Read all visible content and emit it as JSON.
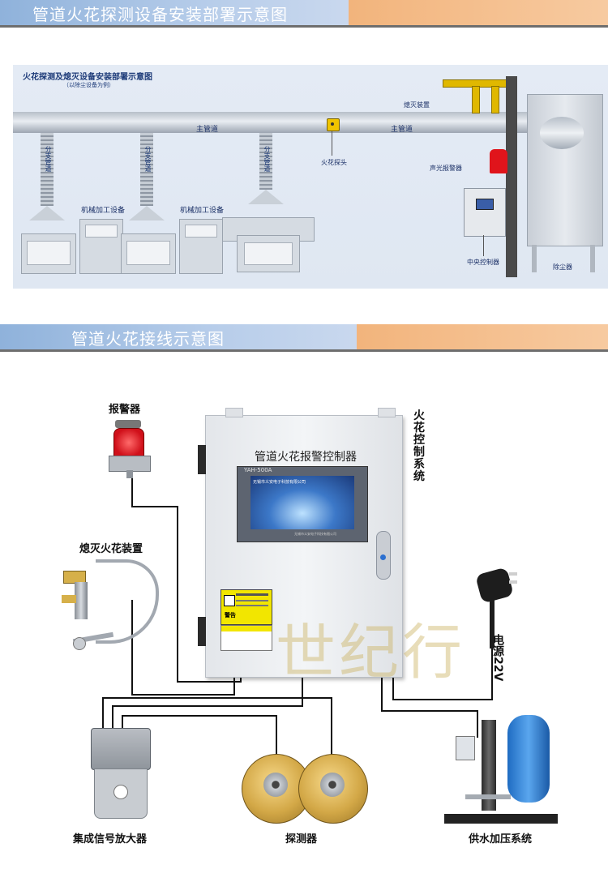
{
  "section1": {
    "title": "管道火花探测设备安装部署示意图"
  },
  "section2": {
    "title": "管道火花接线示意图"
  },
  "diagram": {
    "heading": "火花探测及熄灭设备安装部署示意图",
    "subheading": "（以除尘设备为例）",
    "main_pipe": "主管道",
    "branch_pipe": "分支管道",
    "machine": "机械加工设备",
    "spark_probe": "火花探头",
    "extinguisher": "熄灭装置",
    "alarm": "声光报警器",
    "controller": "中央控制器",
    "dust_collector": "除尘器"
  },
  "wiring": {
    "cabinet_title": "管道火花报警控制器",
    "model": "YAH-500A",
    "screen_company": "无锡市义安电子科技有限公司",
    "footer_small": "无锡市义安电子科技有限公司",
    "side_label": "火花控制系统",
    "alarm": "报警器",
    "extinguisher": "熄灭火花装置",
    "power": "电源22V",
    "amplifier": "集成信号放大器",
    "detector": "探测器",
    "pump": "供水加压系统",
    "warning_label": "警告",
    "watermark": "世纪行"
  },
  "colors": {
    "banner_blue": "#8fb2db",
    "banner_orange": "#f2b47c",
    "alarm_red": "#e0141b",
    "gold": "#c9a450"
  }
}
